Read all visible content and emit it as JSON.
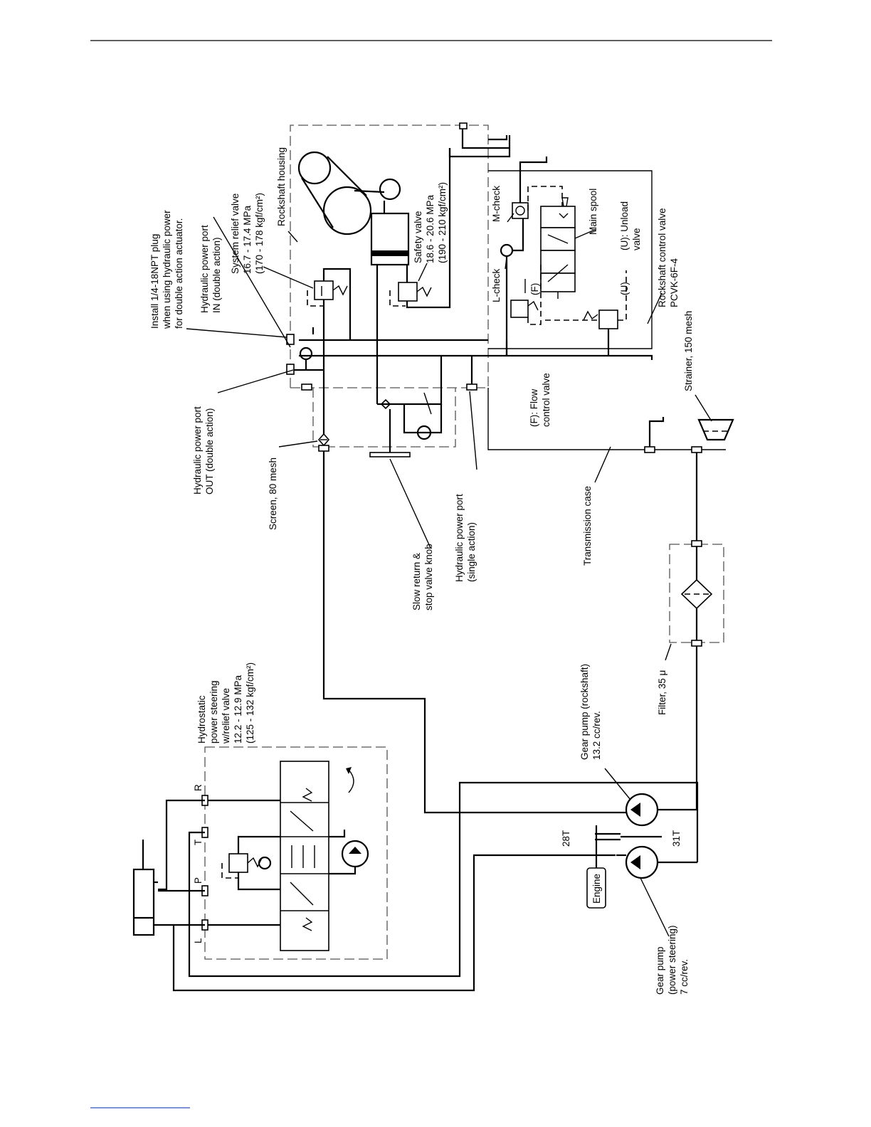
{
  "labels": {
    "plug": [
      "Install 1/4-18NPT plug",
      "when using hydraulic power",
      "for double action actuator."
    ],
    "port_in": [
      "Hydraulic power port",
      "IN (double action)"
    ],
    "system_relief": [
      "System relief valve",
      "16.7 - 17.4 MPa",
      "(170 - 178 kgf/cm²)"
    ],
    "rockshaft_housing": "Rockshaft housing",
    "safety_valve": [
      "Safety valve",
      "18.6 - 20.6 MPa",
      "(190 - 210 kgf/cm²)"
    ],
    "port_out": [
      "Hydraulic power port",
      "OUT (double action)"
    ],
    "screen": "Screen, 80 mesh",
    "slow_return": [
      "Slow return &",
      "stop valve knob"
    ],
    "port_single": [
      "Hydraulic power port",
      "(single action)"
    ],
    "m_check": "M-check",
    "main_spool": "Main spool",
    "l_check": "L-check",
    "f_mark": "(F)",
    "unload": [
      "(U): Unload",
      "valve"
    ],
    "u_mark": "(U)",
    "control_valve": [
      "Rockshaft control valve",
      "PCVK-6F-4"
    ],
    "flow_control": [
      "(F): Flow",
      "control valve"
    ],
    "strainer": "Strainer, 150 mesh",
    "transmission_case": "Transmission case",
    "hydrostatic": [
      "Hydrostatic",
      "power steering",
      "w/relief valve",
      "12.2 - 12.9 MPa",
      "(125 - 132 kgf/cm²)"
    ],
    "port_R": "R",
    "port_T": "T",
    "port_P": "P",
    "port_L": "L",
    "gear_rockshaft": [
      "Gear pump (rockshaft)",
      "13.2 cc/rev."
    ],
    "filter": "Filter, 35 μ",
    "t28": "28T",
    "t31": "31T",
    "engine": "Engine",
    "gear_steering": [
      "Gear pump",
      "(power steering)",
      "7 cc/rev."
    ]
  }
}
